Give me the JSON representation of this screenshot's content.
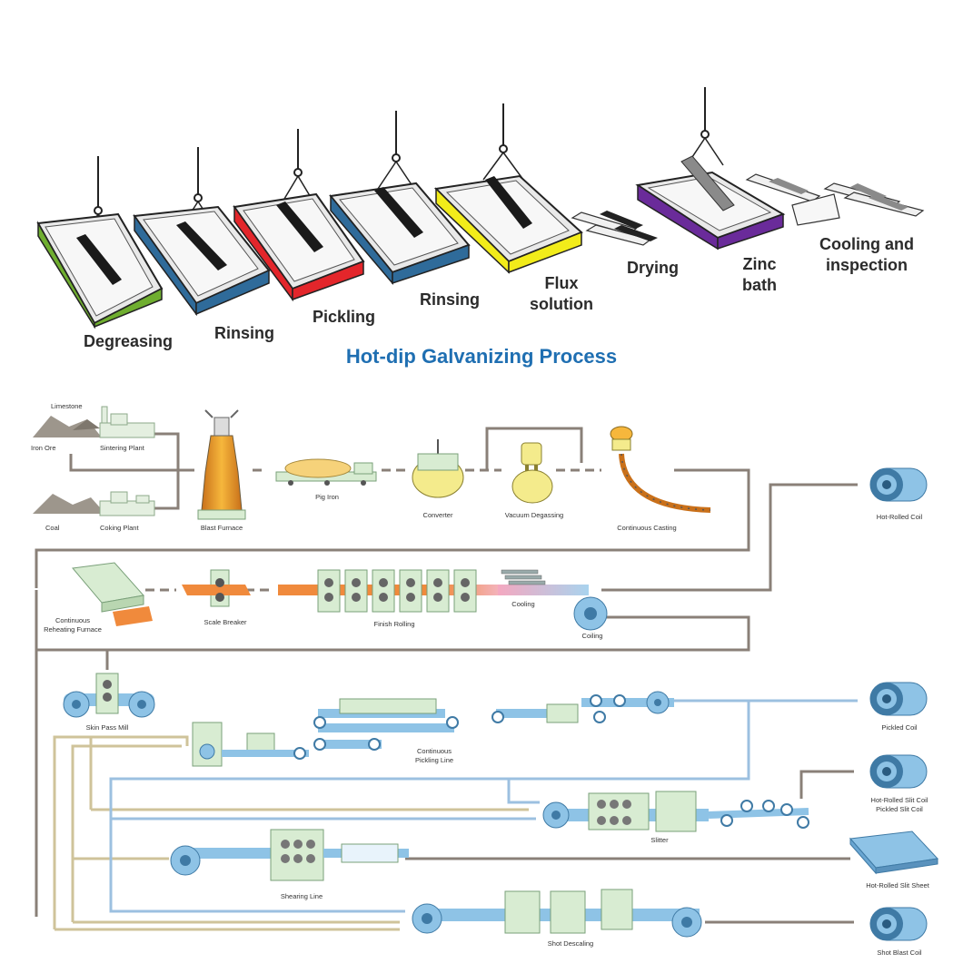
{
  "title": "Hot-dip Galvanizing Process",
  "colors": {
    "title": "#1f6fb2",
    "degreasing_tank": "#6fae2f",
    "rinsing_tank": "#2f6b9a",
    "pickling_tank": "#e3262b",
    "flux_tank": "#f2ec1a",
    "zinc_tank": "#6a2b9a",
    "strip": "#8ec3e6",
    "hot_strip": "#f08a3c",
    "equipment": "#d8ecd2",
    "line_gray": "#8a8078",
    "line_tan": "#cfc39a",
    "line_blue": "#9cc0e0"
  },
  "galvanizing": {
    "stages": [
      {
        "label": "Degreasing",
        "color": "degreasing_tank"
      },
      {
        "label": "Rinsing",
        "color": "rinsing_tank"
      },
      {
        "label": "Pickling",
        "color": "pickling_tank"
      },
      {
        "label": "Rinsing",
        "color": "rinsing_tank"
      },
      {
        "label_line1": "Flux",
        "label_line2": "solution",
        "color": "flux_tank"
      },
      {
        "label": "Drying"
      },
      {
        "label_line1": "Zinc",
        "label_line2": "bath",
        "color": "zinc_tank"
      },
      {
        "label_line1": "Cooling and",
        "label_line2": "inspection"
      }
    ]
  },
  "plant": {
    "limestone": "Limestone",
    "iron_ore": "Iron Ore",
    "sintering_plant": "Sintering Plant",
    "coal": "Coal",
    "coking_plant": "Coking Plant",
    "blast_furnace": "Blast Furnace",
    "pig_iron": "Pig Iron",
    "converter": "Converter",
    "vacuum_degassing": "Vacuum Degassing",
    "continuous_casting": "Continuous Casting",
    "hot_rolled_coil": "Hot-Rolled Coil",
    "reheating_furnace_1": "Continuous",
    "reheating_furnace_2": "Reheating Furnace",
    "scale_breaker": "Scale Breaker",
    "finish_rolling": "Finish Rolling",
    "cooling": "Cooling",
    "coiling": "Coiling",
    "skin_pass_mill": "Skin Pass Mill",
    "pickling_line_1": "Continuous",
    "pickling_line_2": "Pickling Line",
    "pickled_coil": "Pickled Coil",
    "slit_coil_1": "Hot-Rolled Slit Coil",
    "slit_coil_2": "Pickled Slit Coil",
    "slitter": "Slitter",
    "slit_sheet": "Hot-Rolled Slit Sheet",
    "shearing_line": "Shearing Line",
    "shot_descaling": "Shot Descaling",
    "shot_blast_coil": "Shot Blast Coil"
  }
}
